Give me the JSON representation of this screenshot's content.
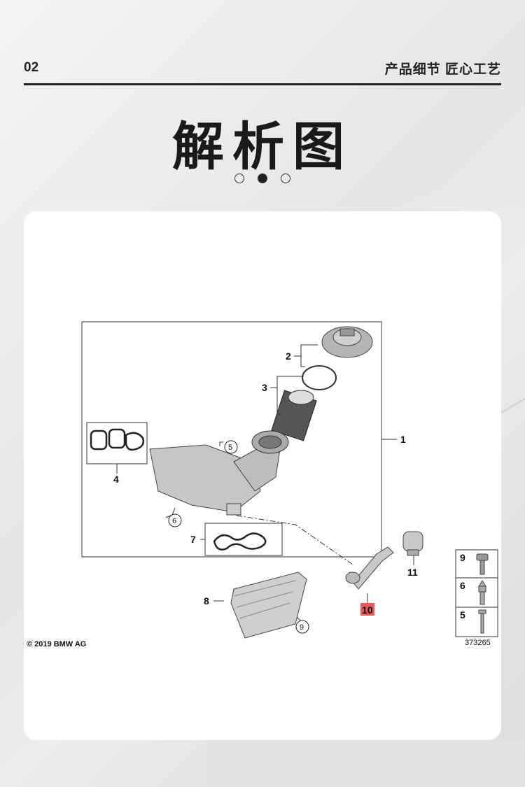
{
  "header": {
    "page_number": "02",
    "caption": "产品细节 匠心工艺"
  },
  "title": "解析图",
  "pager": {
    "count": 3,
    "active_index": 1
  },
  "diagram": {
    "copyright": "© 2019 BMW AG",
    "drawing_number": "373265",
    "parts": {
      "p1": "1",
      "p2": "2",
      "p3": "3",
      "p4": "4",
      "p5": "5",
      "p6": "6",
      "p7": "7",
      "p8": "8",
      "p9": "9",
      "p10": "10",
      "p11": "11"
    },
    "hardware_legend": [
      "9",
      "6",
      "5"
    ],
    "highlighted_part": "10",
    "highlight_color": "#e85a5a"
  }
}
